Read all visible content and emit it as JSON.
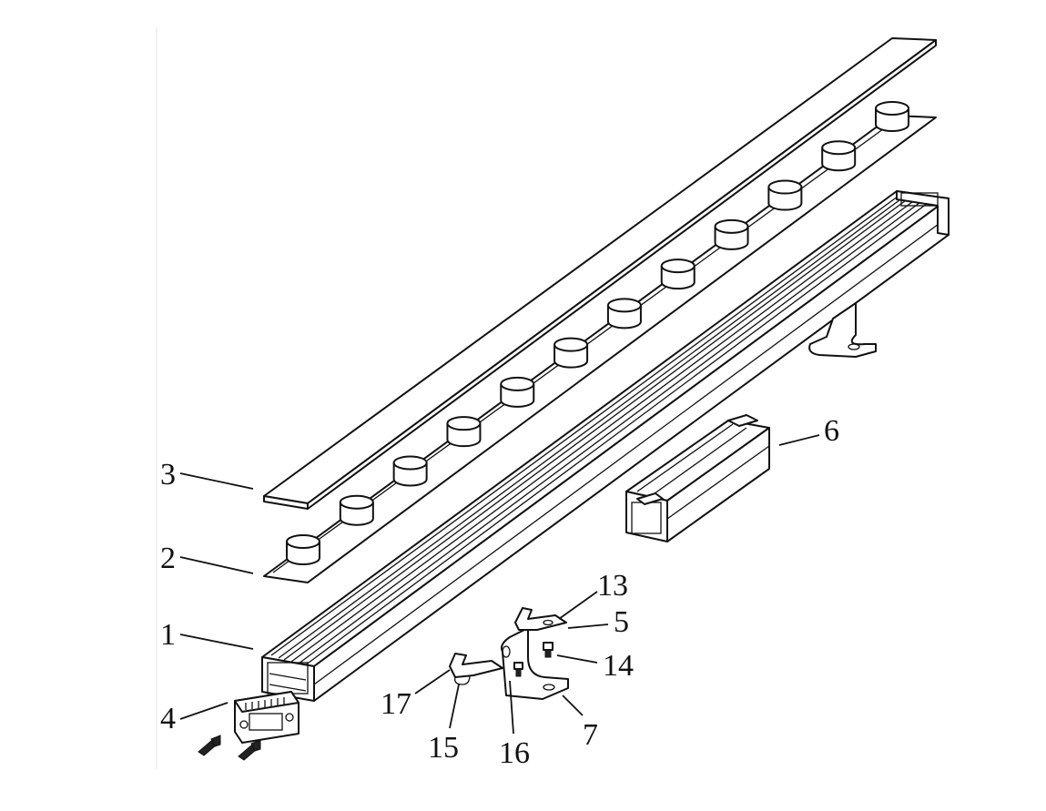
{
  "callouts": {
    "c1": "1",
    "c2": "2",
    "c3": "3",
    "c4": "4",
    "c5": "5",
    "c6": "6",
    "c7": "7",
    "c13": "13",
    "c14": "14",
    "c15": "15",
    "c16": "16",
    "c17": "17"
  },
  "colors": {
    "line": "#111111",
    "background": "#ffffff"
  }
}
